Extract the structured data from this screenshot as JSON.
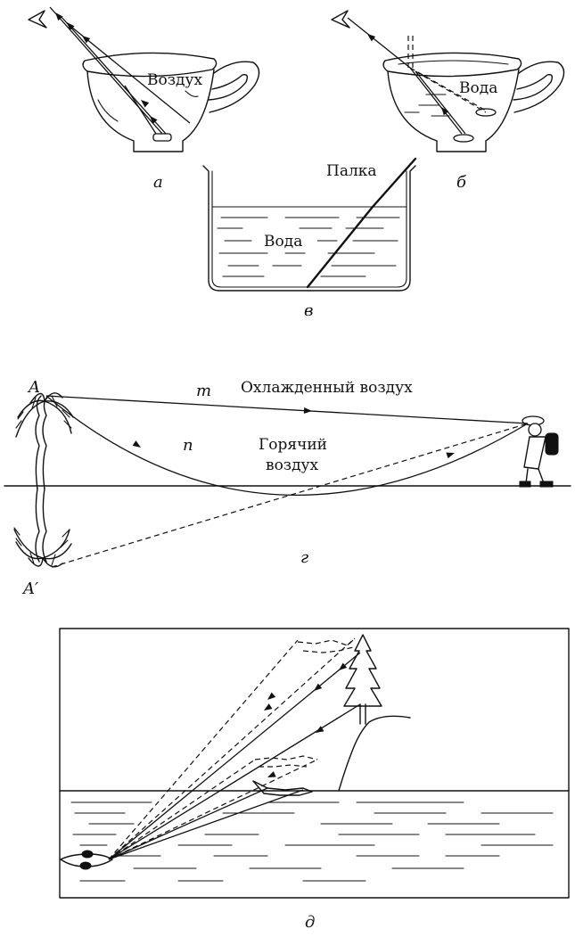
{
  "panels": {
    "a": {
      "caption": "а",
      "medium_label": "Воздух"
    },
    "b": {
      "caption": "б",
      "medium_label": "Вода"
    },
    "v": {
      "caption": "в",
      "stick_label": "Палка",
      "medium_label": "Вода"
    },
    "g": {
      "caption": "г",
      "point_label": "A",
      "image_label": "A′",
      "ray_m_label": "m",
      "ray_n_label": "n",
      "cold_air_label": "Охлажденный воздух",
      "hot_air_line1": "Горячий",
      "hot_air_line2": "воздух"
    },
    "d": {
      "caption": "д"
    }
  }
}
